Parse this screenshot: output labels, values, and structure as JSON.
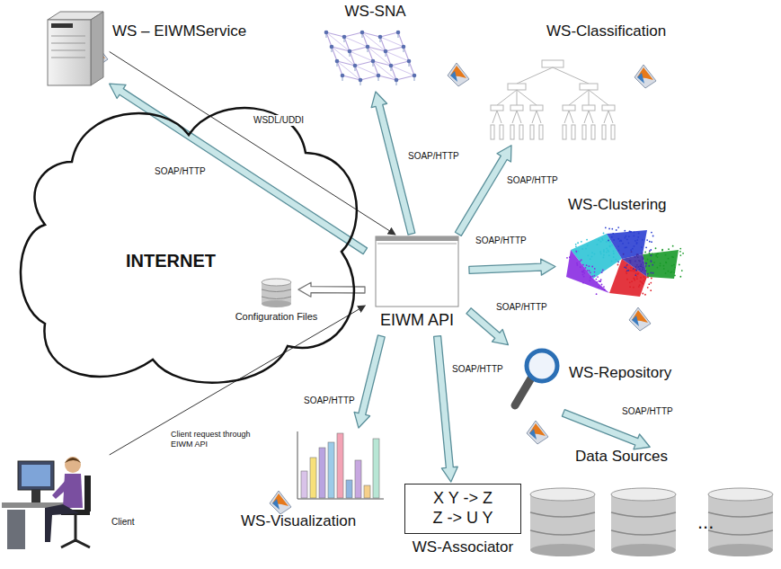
{
  "diagram": {
    "nodes": [
      {
        "text": [
          "WS – EIWMService"
        ]
      },
      {
        "text": [
          "WS-SNA"
        ]
      },
      {
        "text": [
          "WS-Classification"
        ]
      },
      {
        "text": [
          "INTERNET"
        ]
      },
      {
        "text": [
          "WS-Clustering"
        ]
      },
      {
        "text": [
          "Configuration Files"
        ],
        "in": 3
      },
      {
        "text": [
          "EIWM API"
        ]
      },
      {
        "text": [
          "WS-Repository"
        ]
      },
      {
        "text": [
          "Client"
        ]
      },
      {
        "text": [
          "WS-Visualization"
        ]
      },
      {
        "text": [
          "X Y -> Z",
          "Z -> U Y",
          "WS-Associator"
        ]
      },
      {
        "text": [
          "Data Sources"
        ]
      }
    ],
    "edges": [
      {
        "from": 6,
        "to": 0,
        "arrow": "to",
        "label": "SOAP/HTTP"
      },
      {
        "from": 0,
        "to": 6,
        "arrow": "to",
        "label": "WSDL/UDDI"
      },
      {
        "from": 6,
        "to": 1,
        "arrow": "to",
        "label": "SOAP/HTTP"
      },
      {
        "from": 6,
        "to": 2,
        "arrow": "to",
        "label": "SOAP/HTTP"
      },
      {
        "from": 6,
        "to": 4,
        "arrow": "to",
        "label": "SOAP/HTTP"
      },
      {
        "from": 6,
        "to": 7,
        "arrow": "to",
        "label": "SOAP/HTTP"
      },
      {
        "from": 7,
        "to": 11,
        "arrow": "to",
        "label": "SOAP/HTTP"
      },
      {
        "from": 6,
        "to": 10,
        "arrow": "to",
        "label": "SOAP/HTTP"
      },
      {
        "from": 6,
        "to": 9,
        "arrow": "to",
        "label": "SOAP/HTTP"
      },
      {
        "from": 6,
        "to": 5,
        "arrow": "to"
      },
      {
        "from": 8,
        "to": 6,
        "arrow": "to",
        "label": "Client request through EIWM API"
      }
    ],
    "labels": [
      "..."
    ]
  }
}
